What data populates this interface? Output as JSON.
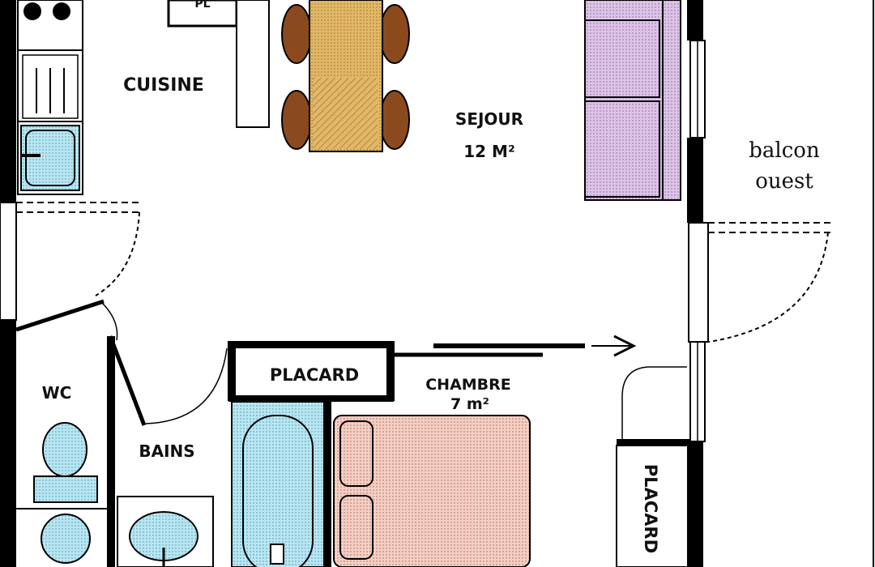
{
  "labels": {
    "cuisine": "CUISINE",
    "pl": "PL",
    "sejour": "SEJOUR",
    "sejour_area": "12 M²",
    "balcon_line1": "balcon",
    "balcon_line2": "ouest",
    "wc": "WC",
    "bains": "BAINS",
    "placard_top": "PLACARD",
    "chambre": "CHAMBRE",
    "chambre_area": "7 m²",
    "placard_side": "PLACARD"
  },
  "colors": {
    "wall": "#000000",
    "table": "#e0b868",
    "chair": "#8b4a1e",
    "sofa": "#dcc4e6",
    "water": "#b9e6f2",
    "bed": "#f3cfc4"
  }
}
